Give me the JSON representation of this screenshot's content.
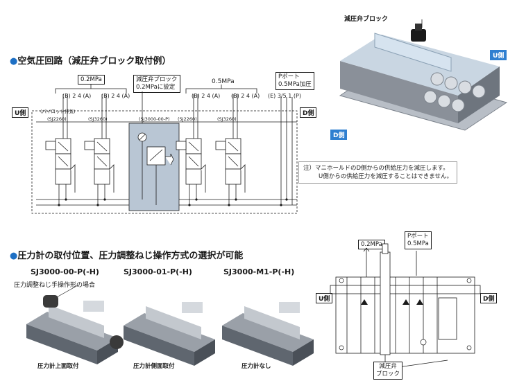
{
  "section1": {
    "title": "空気圧回路（減圧弁ブロック取付例）",
    "label_02mpa": "0.2MPa",
    "label_block": "減圧弁ブロック",
    "label_block_set": "0.2MPaに設定",
    "label_05mpa": "0.5MPa",
    "label_pport": "Pポート",
    "label_pport_press": "0.5MPa加圧",
    "ports_ba": "(B) 2 4 (A)",
    "ports_exhaust": "(E) 3/5 1 (P)",
    "side_u": "U側",
    "side_d": "D側",
    "pilot": "(パイロット排気)",
    "valve1": "(SJ2260)",
    "valve2": "(SJ3260)",
    "reg": "(SJ3000-00-P)",
    "valve3": "(SJ2260)",
    "valve4": "(SJ3260)",
    "photo_block_label": "減圧弁ブロック",
    "photo_u": "U側",
    "photo_d": "D側",
    "note_line1": "注）マニホールドのD側からの供給圧力を減圧します。",
    "note_line2": "U側からの供給圧力を減圧することはできません。"
  },
  "section2": {
    "title": "圧力計の取付位置、圧力調整ねじ操作方式の選択が可能",
    "model1": "SJ3000-00-P(-H)",
    "model2": "SJ3000-01-P(-H)",
    "model3": "SJ3000-M1-P(-H)",
    "manual_note": "圧力調整ねじ手操作形の場合",
    "cap1": "圧力計上面取付",
    "cap2": "圧力計側面取付",
    "cap3": "圧力計なし",
    "top_02": "0.2MPa",
    "top_pport": "Pポート",
    "top_05": "0.5MPa",
    "u_side": "U側",
    "d_side": "D側",
    "block_label_1": "減圧弁",
    "block_label_2": "ブロック"
  },
  "colors": {
    "accent": "#1d6fc4",
    "reg_fill": "#b9c6d4",
    "manifold_body": "#8a9099"
  }
}
